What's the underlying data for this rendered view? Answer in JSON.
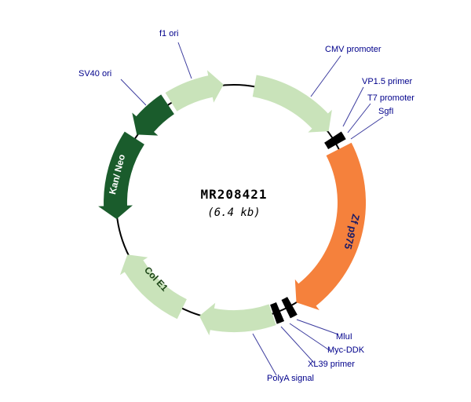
{
  "diagram": {
    "center": {
      "title": "MR208421",
      "size": "(6.4 kb)"
    },
    "features": {
      "f1_ori": {
        "label": "f1 ori",
        "color": "#c9e3ba"
      },
      "cmv": {
        "label": "CMV promoter",
        "color": "#c9e3ba"
      },
      "zfp975": {
        "label": "Zf p975",
        "color": "#f5813c",
        "text_color": "#1c1c66"
      },
      "polya": {
        "label": "PolyA signal",
        "color": "#c9e3ba"
      },
      "col_e1": {
        "label": "Col E1",
        "color": "#c9e3ba",
        "text_color": "#1c4517"
      },
      "kan_neo": {
        "label": "Kan/ Neo",
        "color": "#1a5c2c",
        "text_color": "#ffffff"
      },
      "sv40_ori": {
        "label": "SV40 ori",
        "color": "#1a5c2c"
      }
    },
    "callouts": {
      "f1_ori": "f1 ori",
      "sv40_ori": "SV40 ori",
      "cmv": "CMV promoter",
      "vp15": "VP1.5 primer",
      "t7": "T7 promoter",
      "sgfi": "SgfI",
      "mlui": "MluI",
      "myc_ddk": "Myc-DDK",
      "xl39": "XL39 primer",
      "polya": "PolyA signal"
    },
    "colors": {
      "backbone": "#000000",
      "tick": "#000000",
      "callout_line": "#3b3b9e",
      "label_text": "#00008b",
      "center_text": "#000000"
    }
  }
}
